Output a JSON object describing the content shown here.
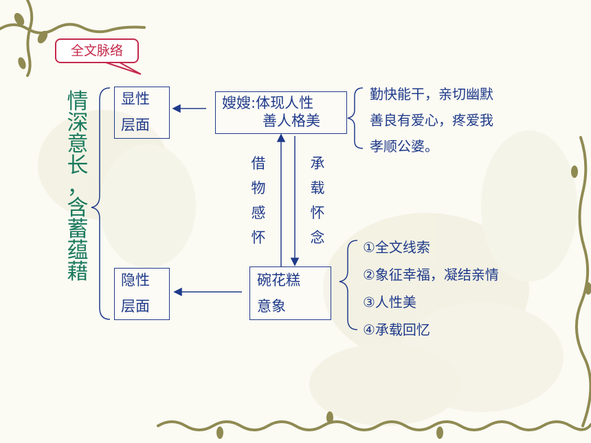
{
  "section_tag": "全文脉络",
  "title_chars": [
    "情",
    "深",
    "意",
    "长",
    "，",
    "含",
    "蓄",
    "蕴",
    "藉"
  ],
  "explicit_box": {
    "line1": "显性",
    "line2": "层面"
  },
  "implicit_box": {
    "line1": "隐性",
    "line2": "层面"
  },
  "sister_box": {
    "line1": "嫂嫂:体现人性",
    "line2": "善人格美"
  },
  "cake_box": {
    "line1": "碗花糕",
    "line2": "意象"
  },
  "left_arrow_text": [
    "借",
    "物",
    "感",
    "怀"
  ],
  "right_arrow_text": [
    "承",
    "载",
    "怀",
    "念"
  ],
  "sister_traits": [
    "勤快能干，亲切幽默",
    "善良有爱心，疼爱我",
    "孝顺公婆。"
  ],
  "cake_meanings": [
    "①全文线索",
    "②象征幸福，凝结亲情",
    "③人性美",
    "④承载回忆"
  ],
  "colors": {
    "text": "#1f3a8a",
    "title": "#1b7a5e",
    "tag": "#c4284a",
    "vine": "#8f8a52"
  }
}
